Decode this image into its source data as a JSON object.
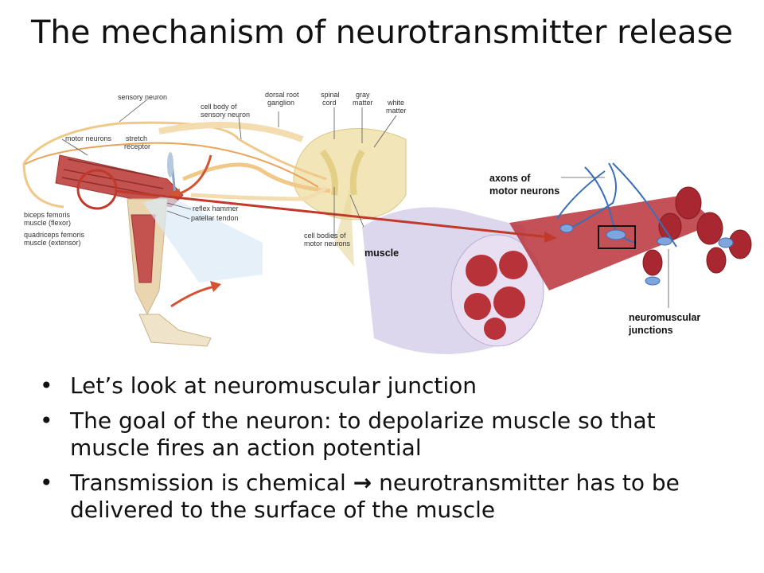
{
  "title": "The mechanism of neurotransmitter release",
  "figure": {
    "labels": {
      "sensory_neuron": "sensory neuron",
      "cell_body": "cell body of",
      "cell_body_2": "sensory neuron",
      "dorsal_root": "dorsal root",
      "dorsal_root_2": "ganglion",
      "spinal_cord": "spinal",
      "spinal_cord_2": "cord",
      "gray_matter": "gray",
      "gray_matter_2": "matter",
      "white_matter": "white",
      "white_matter_2": "matter",
      "motor_neurons": "motor neurons",
      "stretch_receptor": "stretch",
      "stretch_receptor_2": "receptor",
      "reflex_hammer": "reflex hammer",
      "patellar_tendon": "patellar tendon",
      "biceps_femoris": "biceps femoris",
      "biceps_femoris_2": "muscle (flexor)",
      "quadriceps_femoris": "quadriceps femoris",
      "quadriceps_femoris_2": "muscle (extensor)",
      "cell_bodies_motor": "cell bodies of",
      "cell_bodies_motor_2": "motor neurons",
      "muscle": "muscle",
      "axons_motor": "axons of",
      "axons_motor_2": "motor neurons",
      "nmj": "neuromuscular",
      "nmj_2": "junctions"
    }
  },
  "bullets": [
    {
      "text": "Let’s look at neuromuscular junction"
    },
    {
      "text": "The goal of the neuron: to depolarize muscle so that muscle fires an action potential"
    },
    {
      "before": "Transmission is chemical ",
      "arrow": "→",
      "after": " neurotransmitter has to be delivered to the surface of the muscle"
    }
  ],
  "colors": {
    "muscle_red": "#b8323a",
    "nerve_blue": "#3b6fb5",
    "annotation_red": "#c0392b"
  }
}
